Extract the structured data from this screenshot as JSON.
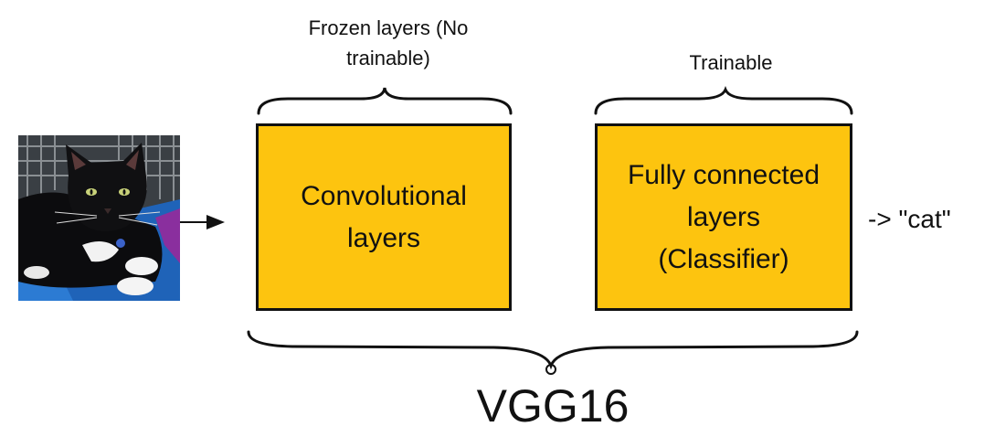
{
  "labels": {
    "frozen": "Frozen layers (No\ntrainable)",
    "trainable": "Trainable",
    "output": "-> \"cat\"",
    "model_name": "VGG16"
  },
  "boxes": {
    "conv": "Convolutional\nlayers",
    "fc": "Fully connected\nlayers\n(Classifier)"
  },
  "image": {
    "icon": "cat-photo"
  },
  "colors": {
    "box_fill": "#fdc40f",
    "stroke": "#111111"
  }
}
